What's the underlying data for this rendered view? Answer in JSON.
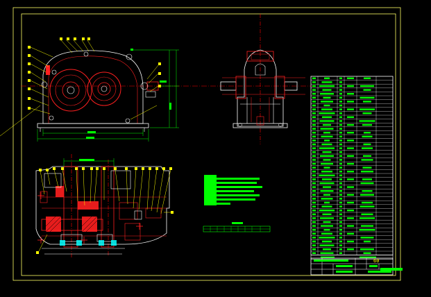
{
  "drawing": {
    "background": "#000000",
    "colors": {
      "frame": "#ffff66",
      "outline": "#ffffff",
      "part": "#ff2020",
      "dimension": "#00ff00",
      "centerline": "#ff0000",
      "note_fill": "#00ff00",
      "table_grid": "#ffffff",
      "table_fill": "#00ff00",
      "cyan": "#00ffff",
      "yellow": "#ffff00"
    },
    "views": [
      "front-view",
      "side-view",
      "section-view"
    ],
    "sheet_number": "60"
  }
}
